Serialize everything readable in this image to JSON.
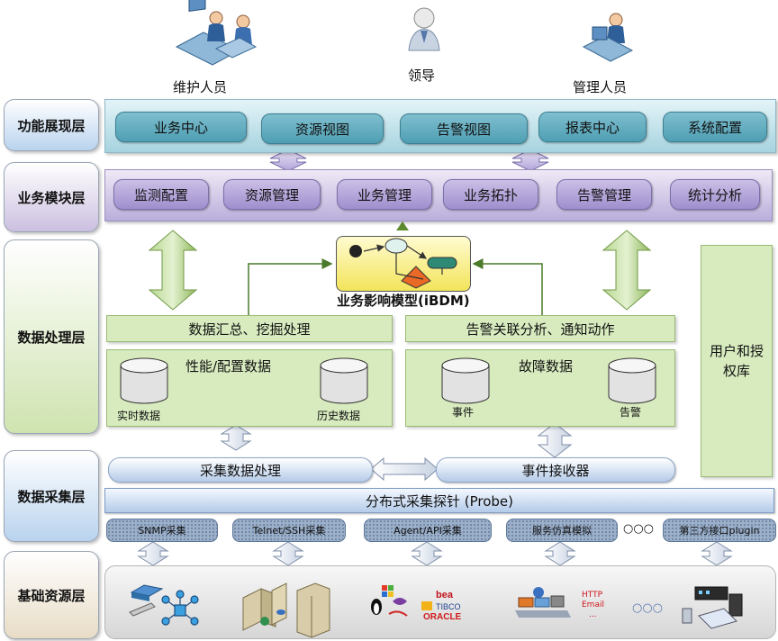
{
  "roles": {
    "maintainer": "维护人员",
    "leader": "领导",
    "manager": "管理人员"
  },
  "layers": {
    "presentation": "功能展现层",
    "business": "业务模块层",
    "processing": "数据处理层",
    "collection": "数据采集层",
    "infrastructure": "基础资源层"
  },
  "presentation_items": [
    "业务中心",
    "资源视图",
    "告警视图",
    "报表中心",
    "系统配置"
  ],
  "business_items": [
    "监测配置",
    "资源管理",
    "业务管理",
    "业务拓扑",
    "告警管理",
    "统计分析"
  ],
  "ibdm_label": "业务影响模型(iBDM)",
  "processing": {
    "left_title": "数据汇总、挖掘处理",
    "right_title": "告警关联分析、通知动作",
    "left_box_title": "性能/配置数据",
    "left_db1": "实时数据",
    "left_db2": "历史数据",
    "right_box_title": "故障数据",
    "right_db1": "事件",
    "right_db2": "告警"
  },
  "user_auth": "用户和授权库",
  "collection": {
    "left_bar": "采集数据处理",
    "right_bar": "事件接收器",
    "probe": "分布式采集探针 (Probe)",
    "collectors": [
      "SNMP采集",
      "Telnet/SSH采集",
      "Agent/API采集",
      "服务仿真模拟",
      "第三方接口plugin"
    ],
    "ellipsis": "○○○"
  },
  "infrastructure": {
    "http_lines": [
      "HTTP",
      "Email",
      "..."
    ],
    "ellipsis": "○○○",
    "logos": [
      "bea",
      "TIBCO",
      "ORACLE"
    ]
  },
  "colors": {
    "teal": "#5aa8bb",
    "purple": "#a897d2",
    "green": "#d8ebbf",
    "arrow_green": "#8fb85c",
    "arrow_purple": "#c8bde6"
  }
}
